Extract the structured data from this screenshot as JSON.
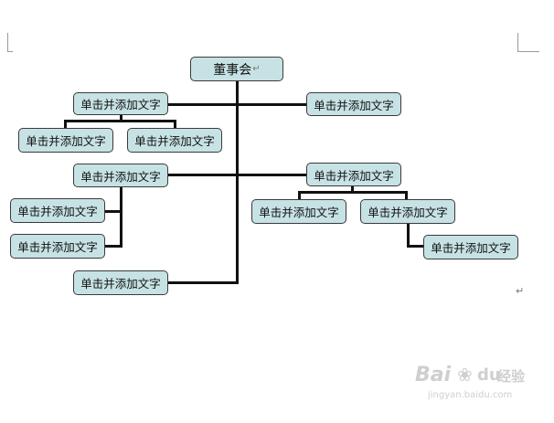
{
  "root": {
    "label": "董事会",
    "mark": "↵"
  },
  "node_label": "单击并添加文字",
  "paragraph_mark": "↵",
  "watermark": {
    "brand": "Bai",
    "brand_suffix": "du",
    "product": "经验",
    "url": "jingyan.baidu.com"
  }
}
